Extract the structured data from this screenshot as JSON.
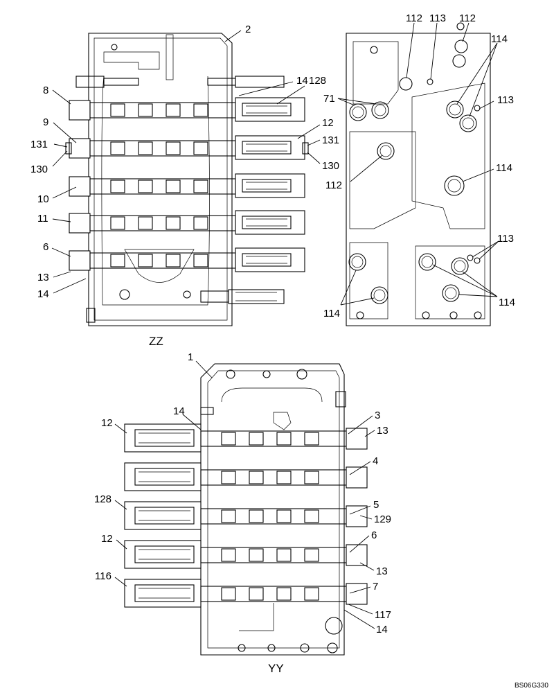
{
  "views": {
    "zz": "ZZ",
    "yy": "YY"
  },
  "drawing_code": "BS06G330",
  "callouts": {
    "zz_left": [
      "2",
      "14",
      "128",
      "8",
      "9",
      "131",
      "130",
      "12",
      "131",
      "130",
      "10",
      "11",
      "6",
      "13",
      "14"
    ],
    "zz_right": [
      "112",
      "113",
      "112",
      "114",
      "71",
      "113",
      "112",
      "114",
      "113",
      "114",
      "114"
    ],
    "yy": [
      "1",
      "14",
      "12",
      "3",
      "13",
      "4",
      "128",
      "5",
      "129",
      "12",
      "6",
      "13",
      "116",
      "7",
      "117",
      "14"
    ]
  }
}
